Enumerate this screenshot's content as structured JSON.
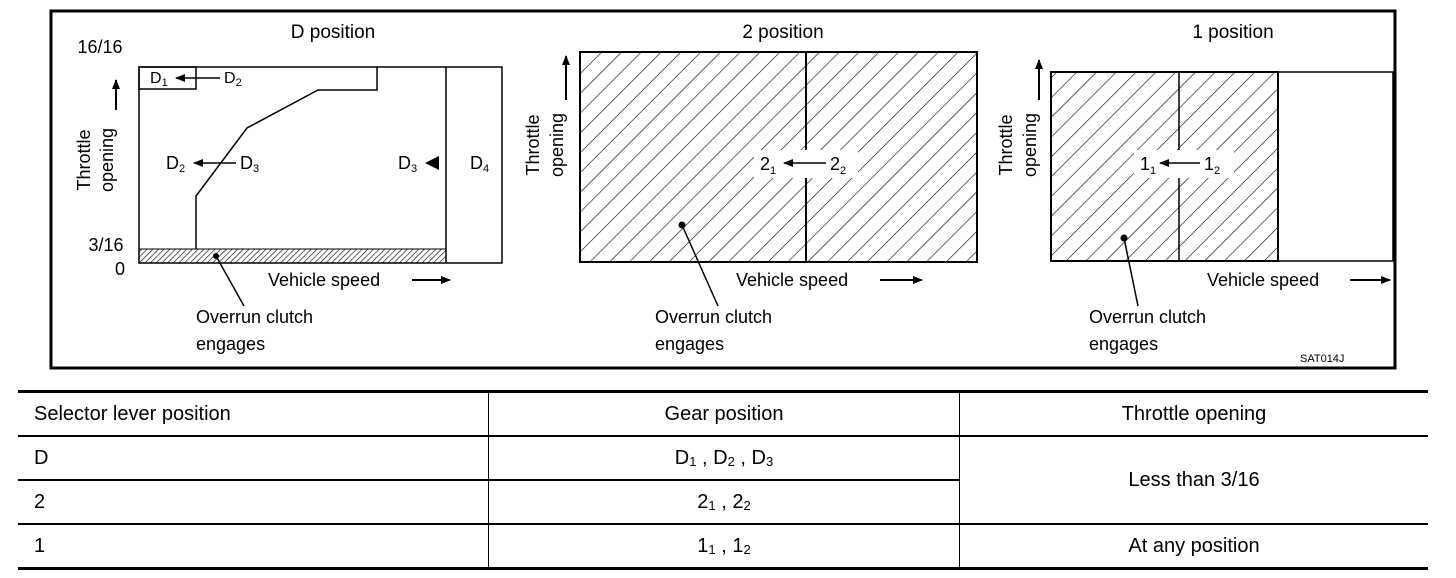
{
  "figure": {
    "code": "SAT014J",
    "vehicle_speed": "Vehicle speed",
    "throttle": "Throttle",
    "opening": "opening",
    "overrun": "Overrun clutch",
    "engages": "engages",
    "panel_d": {
      "title": "D position",
      "y_top": "16/16",
      "y_mid": "3/16",
      "y_zero": "0",
      "d1": "D",
      "d1s": "1",
      "d2a": "D",
      "d2as": "2",
      "d2b": "D",
      "d2bs": "2",
      "d3a": "D",
      "d3as": "3",
      "d3b": "D",
      "d3bs": "3",
      "d4": "D",
      "d4s": "4"
    },
    "panel_2": {
      "title": "2 position",
      "l1": "2",
      "l1s": "1",
      "l2": "2",
      "l2s": "2"
    },
    "panel_1": {
      "title": "1 position",
      "l1": "1",
      "l1s": "1",
      "l2": "1",
      "l2s": "2"
    }
  },
  "table": {
    "headers": [
      "Selector lever position",
      "Gear position",
      "Throttle opening"
    ],
    "rows": [
      {
        "selector": "D",
        "gears": [
          [
            "D",
            "1"
          ],
          [
            "D",
            "2"
          ],
          [
            "D",
            "3"
          ]
        ]
      },
      {
        "selector": "2",
        "gears": [
          [
            "2",
            "1"
          ],
          [
            "2",
            "2"
          ]
        ]
      },
      {
        "selector": "1",
        "gears": [
          [
            "1",
            "1"
          ],
          [
            "1",
            "2"
          ]
        ]
      }
    ],
    "throttle_rows_d2": "Less than 3/16",
    "throttle_row_1": "At any position"
  }
}
